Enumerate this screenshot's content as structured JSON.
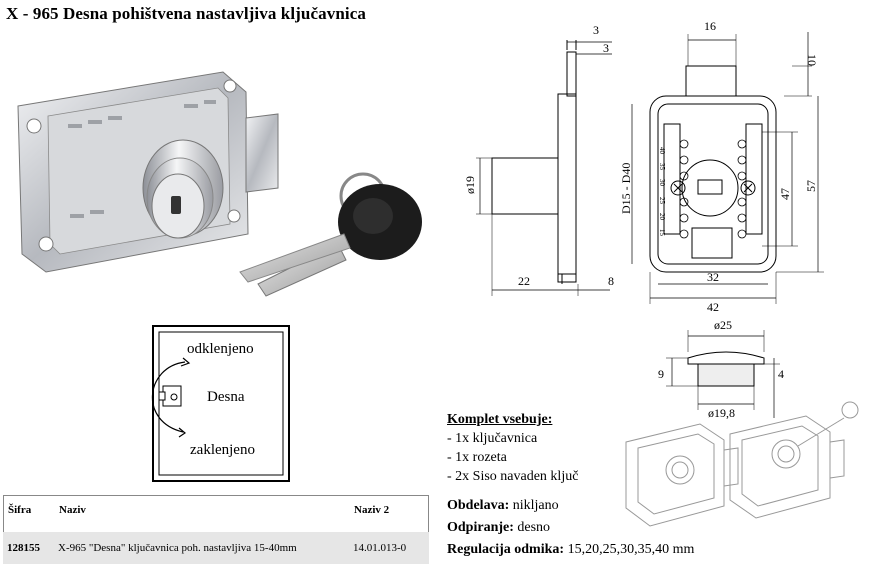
{
  "title": "X - 965 Desna pohištvena nastavljiva ključavnica",
  "diagram": {
    "unlocked": "odklenjeno",
    "side": "Desna",
    "locked": "zaklenjeno"
  },
  "dimensions": {
    "d3a": "3",
    "d3b": "3",
    "d19": "ø19",
    "d22": "22",
    "d8": "8",
    "d16": "16",
    "d10": "10",
    "drange": "D15 - D40",
    "d47": "47",
    "d57": "57",
    "d32": "32",
    "d42": "42",
    "d25": "ø25",
    "d9": "9",
    "d4": "4",
    "d198": "ø19,8"
  },
  "scale_marks": [
    "40",
    "35",
    "30",
    "25",
    "20",
    "15"
  ],
  "contents": {
    "heading": "Komplet vsebuje:",
    "items": [
      "- 1x ključavnica",
      "- 1x rozeta",
      "- 2x Siso navaden ključ"
    ]
  },
  "specs": {
    "finish_label": "Obdelava:",
    "finish_value": " nikljano",
    "opening_label": "Odpiranje:",
    "opening_value": " desno",
    "regulation_label": "Regulacija odmika:",
    "regulation_value": " 15,20,25,30,35,40 mm"
  },
  "table": {
    "headers": {
      "code": "Šifra",
      "name": "Naziv",
      "name2": "Naziv 2"
    },
    "row": {
      "code": "128155",
      "name": "X-965 \"Desna\" ključavnica poh. nastavljiva 15-40mm",
      "name2": "14.01.013-0"
    }
  },
  "colors": {
    "line": "#000000",
    "metal": "#b9bcc2",
    "table_row": "#e6e6e6"
  }
}
